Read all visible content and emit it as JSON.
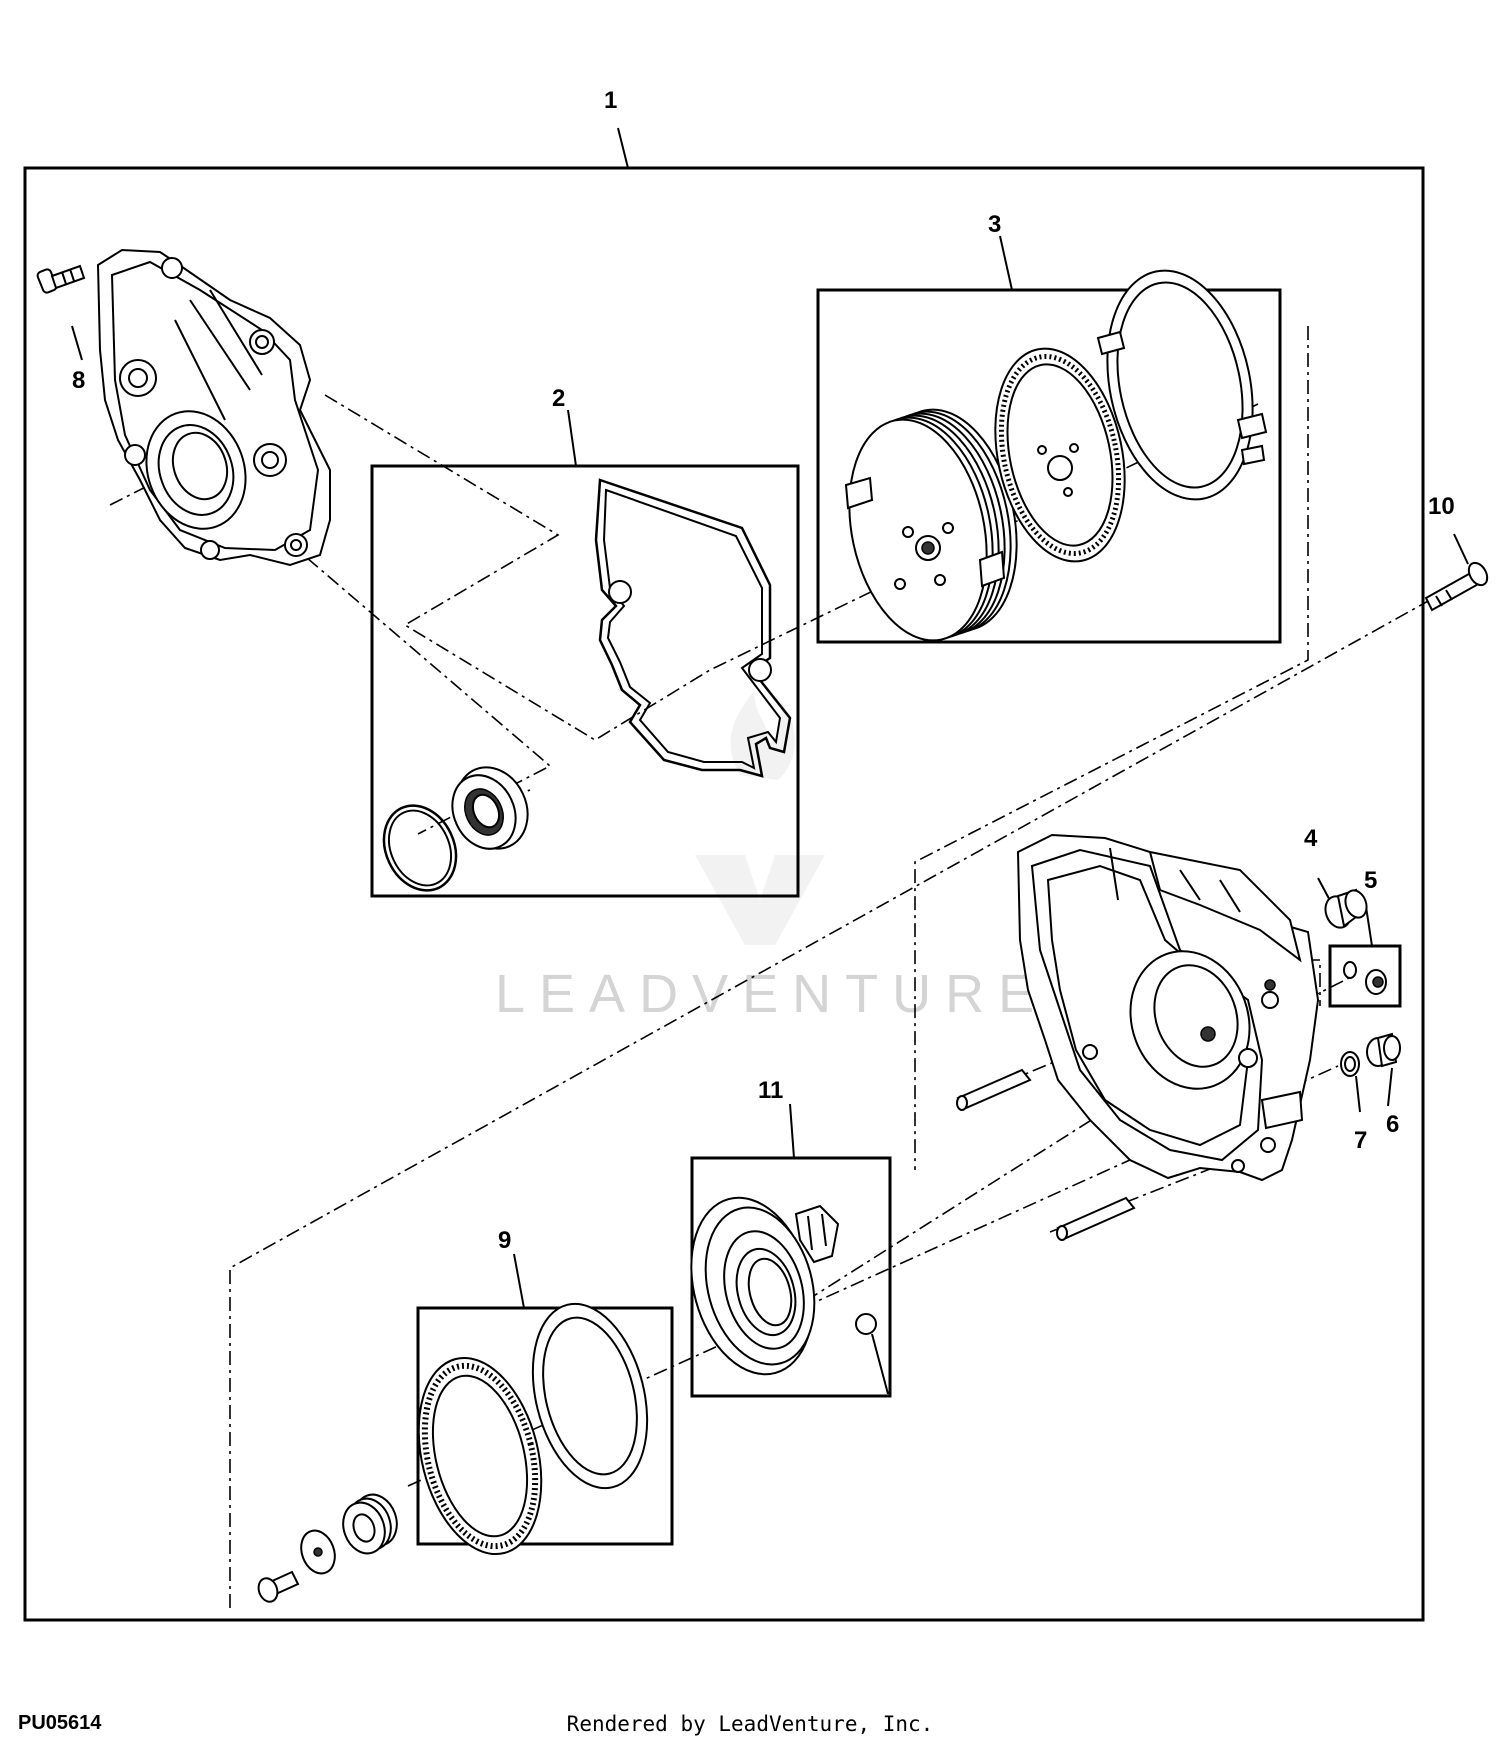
{
  "diagram": {
    "callouts": {
      "c1": "1",
      "c2": "2",
      "c3": "3",
      "c4": "4",
      "c5": "5",
      "c6": "6",
      "c7": "7",
      "c8": "8",
      "c9": "9",
      "c10": "10",
      "c11": "11"
    },
    "figure_id": "PU05614",
    "credit": "Rendered by LeadVenture, Inc.",
    "watermark": "LEADVENTURE"
  },
  "colors": {
    "line": "#000000",
    "watermark": "#d4d4d4",
    "background": "#ffffff"
  }
}
